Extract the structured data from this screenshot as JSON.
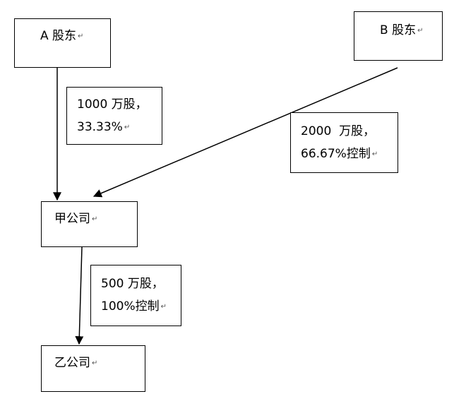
{
  "nodes": {
    "shareholder_a": "A 股东",
    "shareholder_b": "B 股东",
    "company_jia": "甲公司",
    "company_yi": "乙公司"
  },
  "edges": {
    "a_to_jia": {
      "line1": "1000 万股，",
      "line2": "33.33%"
    },
    "b_to_jia": {
      "line1": "2000  万股，",
      "line2": "66.67%控制"
    },
    "jia_to_yi": {
      "line1": "500 万股，",
      "line2": "100%控制"
    }
  },
  "paragraph_mark": "↵"
}
